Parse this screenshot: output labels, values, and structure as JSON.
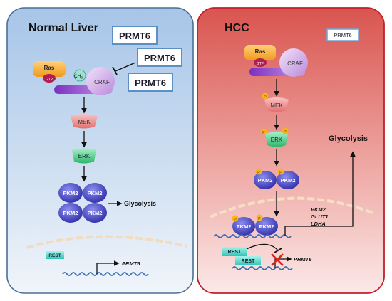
{
  "normal": {
    "title": "Normal Liver",
    "prmt6": [
      "PRMT6",
      "PRMT6",
      "PRMT6"
    ],
    "ras": "Ras",
    "gtp": "GTP",
    "methyl": "CH",
    "methyl_sub": "3",
    "craf": "CRAF",
    "mek": "MEK",
    "erk": "ERK",
    "pkm2": [
      "PKM2",
      "PKM2",
      "PKM2",
      "PKM2"
    ],
    "glycolysis": "Glycolysis",
    "rest": "REST",
    "gene": "PRMT6"
  },
  "hcc": {
    "title": "HCC",
    "prmt6": "PRMT6",
    "ras": "Ras",
    "gtp": "GTP",
    "craf": "CRAF",
    "mek": "MEK",
    "erk": "ERK",
    "phospho": "P",
    "pkm2": [
      "PKM2",
      "PKM2",
      "PKM2",
      "PKM2"
    ],
    "glycolysis": "Glycolysis",
    "genes": [
      "PKM2",
      "GLUT1",
      "LDHA"
    ],
    "rest": [
      "REST",
      "REST"
    ],
    "gene": "PRMT6"
  },
  "colors": {
    "normal_panel_top": "#dfe9f5",
    "normal_panel_bottom": "#a9c6e6",
    "hcc_panel_top": "#f7dada",
    "hcc_panel_bottom": "#d95c5c",
    "panel_border_normal": "#4a6f96",
    "panel_border_hcc": "#c0202a",
    "mek": "#f2a0a0",
    "erk": "#6fd79c",
    "pkm2": "#5a5ad6",
    "ras": "#f5a623",
    "gtp": "#b01e52",
    "craf": "#d8b4ec",
    "rest": "#5fd8cc",
    "phospho": "#f7b51a",
    "inhibit_x": "#e0241c"
  }
}
